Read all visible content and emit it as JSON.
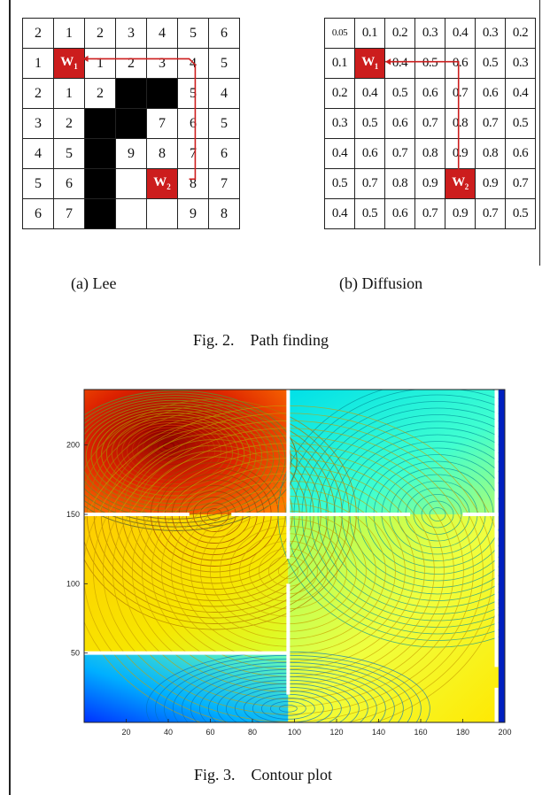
{
  "lee_grid": [
    [
      "2",
      "1",
      "2",
      "3",
      "4",
      "5",
      "6"
    ],
    [
      "1",
      "W1",
      "1",
      "2",
      "3",
      "4",
      "5"
    ],
    [
      "2",
      "1",
      "2",
      "",
      "",
      "5",
      "4"
    ],
    [
      "3",
      "2",
      "",
      "",
      "7",
      "6",
      "5"
    ],
    [
      "4",
      "5",
      "",
      "9",
      "8",
      "7",
      "6"
    ],
    [
      "5",
      "6",
      "",
      "",
      "W2",
      "8",
      "7"
    ],
    [
      "6",
      "7",
      "",
      "",
      "",
      "9",
      "8"
    ]
  ],
  "lee_obstacles": [
    [
      2,
      3
    ],
    [
      2,
      4
    ],
    [
      3,
      2
    ],
    [
      3,
      3
    ],
    [
      4,
      2
    ],
    [
      5,
      2
    ],
    [
      6,
      2
    ]
  ],
  "diffusion_grid": [
    [
      "0.05",
      "0.1",
      "0.2",
      "0.3",
      "0.4",
      "0.3",
      "0.2"
    ],
    [
      "0.1",
      "W1",
      "0.4",
      "0.5",
      "0.6",
      "0.5",
      "0.3"
    ],
    [
      "0.2",
      "0.4",
      "0.5",
      "0.6",
      "0.7",
      "0.6",
      "0.4"
    ],
    [
      "0.3",
      "0.5",
      "0.6",
      "0.7",
      "0.8",
      "0.7",
      "0.5"
    ],
    [
      "0.4",
      "0.6",
      "0.7",
      "0.8",
      "0.9",
      "0.8",
      "0.6"
    ],
    [
      "0.5",
      "0.7",
      "0.8",
      "0.9",
      "W2",
      "0.9",
      "0.7"
    ],
    [
      "0.4",
      "0.5",
      "0.6",
      "0.7",
      "0.9",
      "0.7",
      "0.5"
    ]
  ],
  "marker_start": {
    "letter": "W",
    "sub": "1"
  },
  "marker_goal": {
    "letter": "W",
    "sub": "2"
  },
  "marker_color": "#cc1d1d",
  "captions": {
    "lee": "(a) Lee",
    "diffusion": "(b) Diffusion",
    "fig2_label": "Fig. 2.",
    "fig2_title": "Path finding",
    "fig3_label": "Fig. 3.",
    "fig3_title": "Contour plot"
  },
  "chart_data": {
    "type": "contour",
    "title": "",
    "xlabel": "",
    "ylabel": "",
    "xlim": [
      0,
      200
    ],
    "ylim": [
      0,
      240
    ],
    "x_ticks": [
      20,
      40,
      60,
      80,
      100,
      120,
      140,
      160,
      180,
      200
    ],
    "y_ticks": [
      50,
      100,
      150,
      200
    ],
    "colormap": "jet",
    "peak": {
      "x": 40,
      "y": 200
    },
    "walls": [
      {
        "from": [
          0,
          150
        ],
        "to": [
          50,
          150
        ]
      },
      {
        "from": [
          70,
          150
        ],
        "to": [
          97,
          150
        ]
      },
      {
        "from": [
          97,
          240
        ],
        "to": [
          97,
          118
        ]
      },
      {
        "from": [
          97,
          100
        ],
        "to": [
          97,
          20
        ]
      },
      {
        "from": [
          0,
          50
        ],
        "to": [
          97,
          50
        ]
      },
      {
        "from": [
          97,
          150
        ],
        "to": [
          155,
          150
        ]
      },
      {
        "from": [
          180,
          150
        ],
        "to": [
          200,
          150
        ]
      },
      {
        "from": [
          196,
          240
        ],
        "to": [
          196,
          150
        ]
      },
      {
        "from": [
          196,
          150
        ],
        "to": [
          196,
          40
        ]
      },
      {
        "from": [
          196,
          25
        ],
        "to": [
          196,
          0
        ]
      }
    ]
  }
}
